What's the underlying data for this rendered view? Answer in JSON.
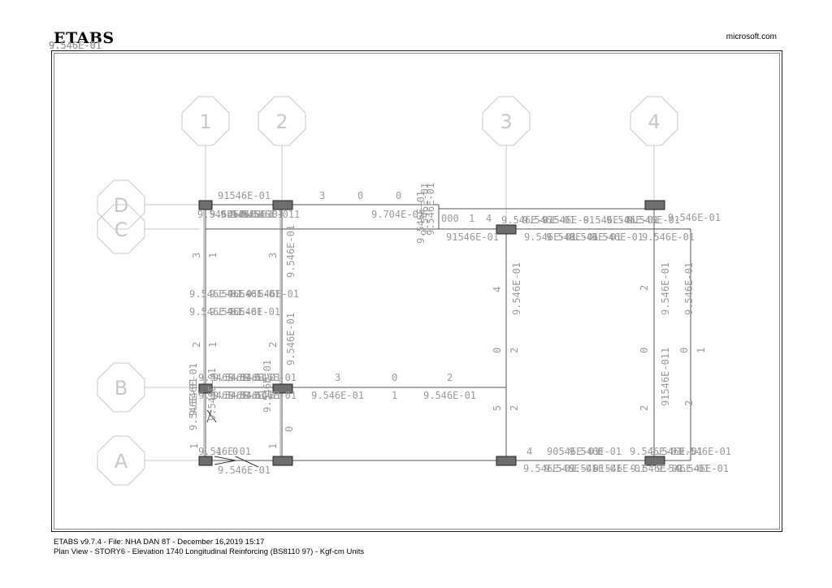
{
  "header": {
    "brand": "ETABS",
    "site": "microsoft.com"
  },
  "grid": {
    "columns": [
      "1",
      "2",
      "3",
      "4"
    ],
    "rows": [
      "D",
      "C",
      "B",
      "A"
    ]
  },
  "labels": [
    "91546E-01",
    "3",
    "0",
    "0",
    "9.546E-01",
    "9.546E-01",
    "9.546E-01",
    "9.546E-01",
    "9.546E-01",
    "1",
    "9.704E-01",
    "000",
    "1",
    "4",
    "9.546E-01",
    "9.546E-01",
    "9.546E-01",
    "9.546E-01",
    "9.546E-01",
    "9.546E-01",
    "91546E-01",
    "9.546E-01",
    "9.546E-01",
    "9.546E-01",
    "9.546E-01",
    "9.546E-01",
    "3",
    "1",
    "3",
    "9.546E-01",
    "4",
    "9.546E-01",
    "2",
    "9.546E-01",
    "9.546E-01",
    "9.546E-01",
    "9.546E-01",
    "9.546E-01",
    "9.546E-01",
    "9.546E-01",
    "9.546E-01",
    "9.546E-01",
    "2",
    "1",
    "2",
    "9.546E-01",
    "0",
    "2",
    "0",
    "1",
    "0",
    "1",
    "9.546E-01",
    "9.546E-01",
    "9.546E-01",
    "9.546E-01",
    "3",
    "0",
    "2",
    "9.546E-01",
    "9.546E-01",
    "9.546E-01",
    "9.546E-01",
    "9.546E-01",
    "1",
    "9.546E-01",
    "5",
    "2",
    "2",
    "9.546E-01",
    "9.546E-01",
    "9.546E-01",
    "9.546E-01",
    "1",
    "1",
    "0",
    "91546E-01",
    "2",
    "4",
    "90546E-01",
    "9.546E-01",
    "9.546E-01",
    "1",
    "0",
    "0",
    "9.546E-01",
    "9.546E-01",
    "9.546E-01",
    "9.546E-01",
    "9.546E-01",
    "9.546E-01",
    "91546E-01",
    "9.546E-01",
    "9.546E-01",
    "9.546E-01",
    "9.546E-01",
    "9.546E-01",
    "9.546E-01",
    "9.546E-01",
    "9.546E-01",
    "9.546E-01",
    "9.546E-01",
    "9.546E-01",
    "9.546E-01"
  ],
  "footer": {
    "line1": "ETABS v9.7.4  -  File: NHA DAN 8T  -  December 16,2019  15:17",
    "line2": "Plan View - STORY6 - Elevation 1740  Longitudinal Reinforcing  (BS8110 97)  -  Kgf-cm Units"
  }
}
